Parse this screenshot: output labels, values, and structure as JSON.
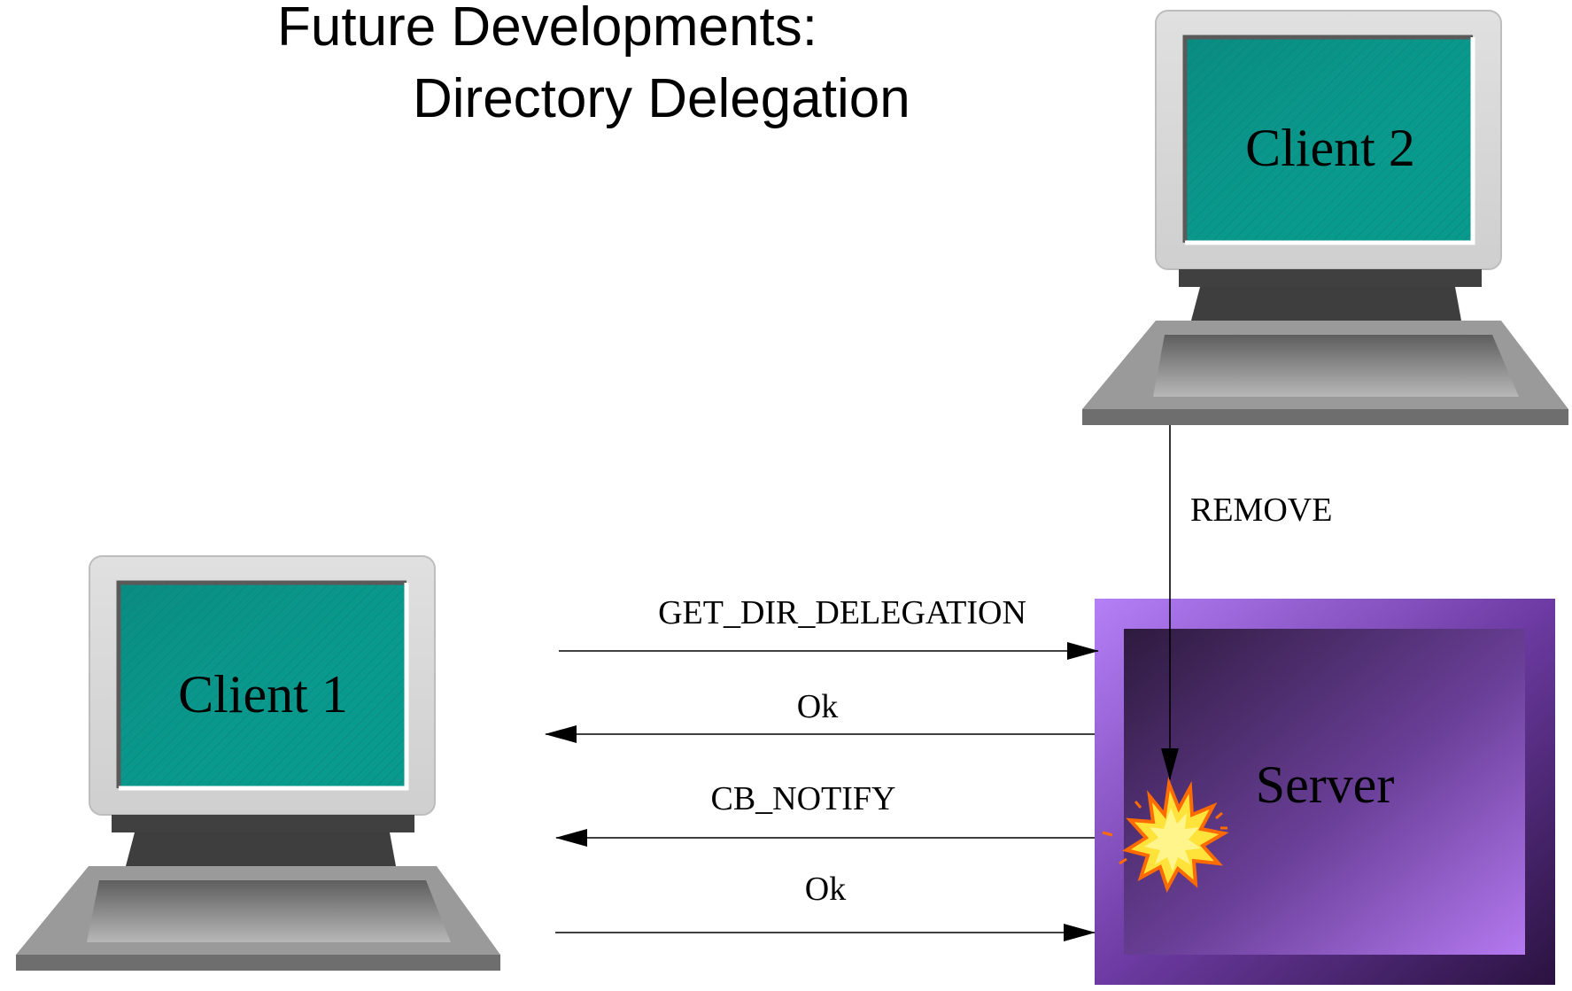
{
  "title": {
    "line1": "Future Developments:",
    "line2": "Directory Delegation"
  },
  "nodes": {
    "client1": "Client 1",
    "client2": "Client 2",
    "server": "Server"
  },
  "messages": {
    "get_dir_delegation": "GET_DIR_DELEGATION",
    "ok_reply": "Ok",
    "cb_notify": "CB_NOTIFY",
    "ok_ack": "Ok",
    "remove": "REMOVE"
  },
  "icons": {
    "conflict": "explosion-icon"
  },
  "colors": {
    "screen": "#0a9488",
    "server": "#7a3fb0",
    "burst": "#ffd400"
  }
}
